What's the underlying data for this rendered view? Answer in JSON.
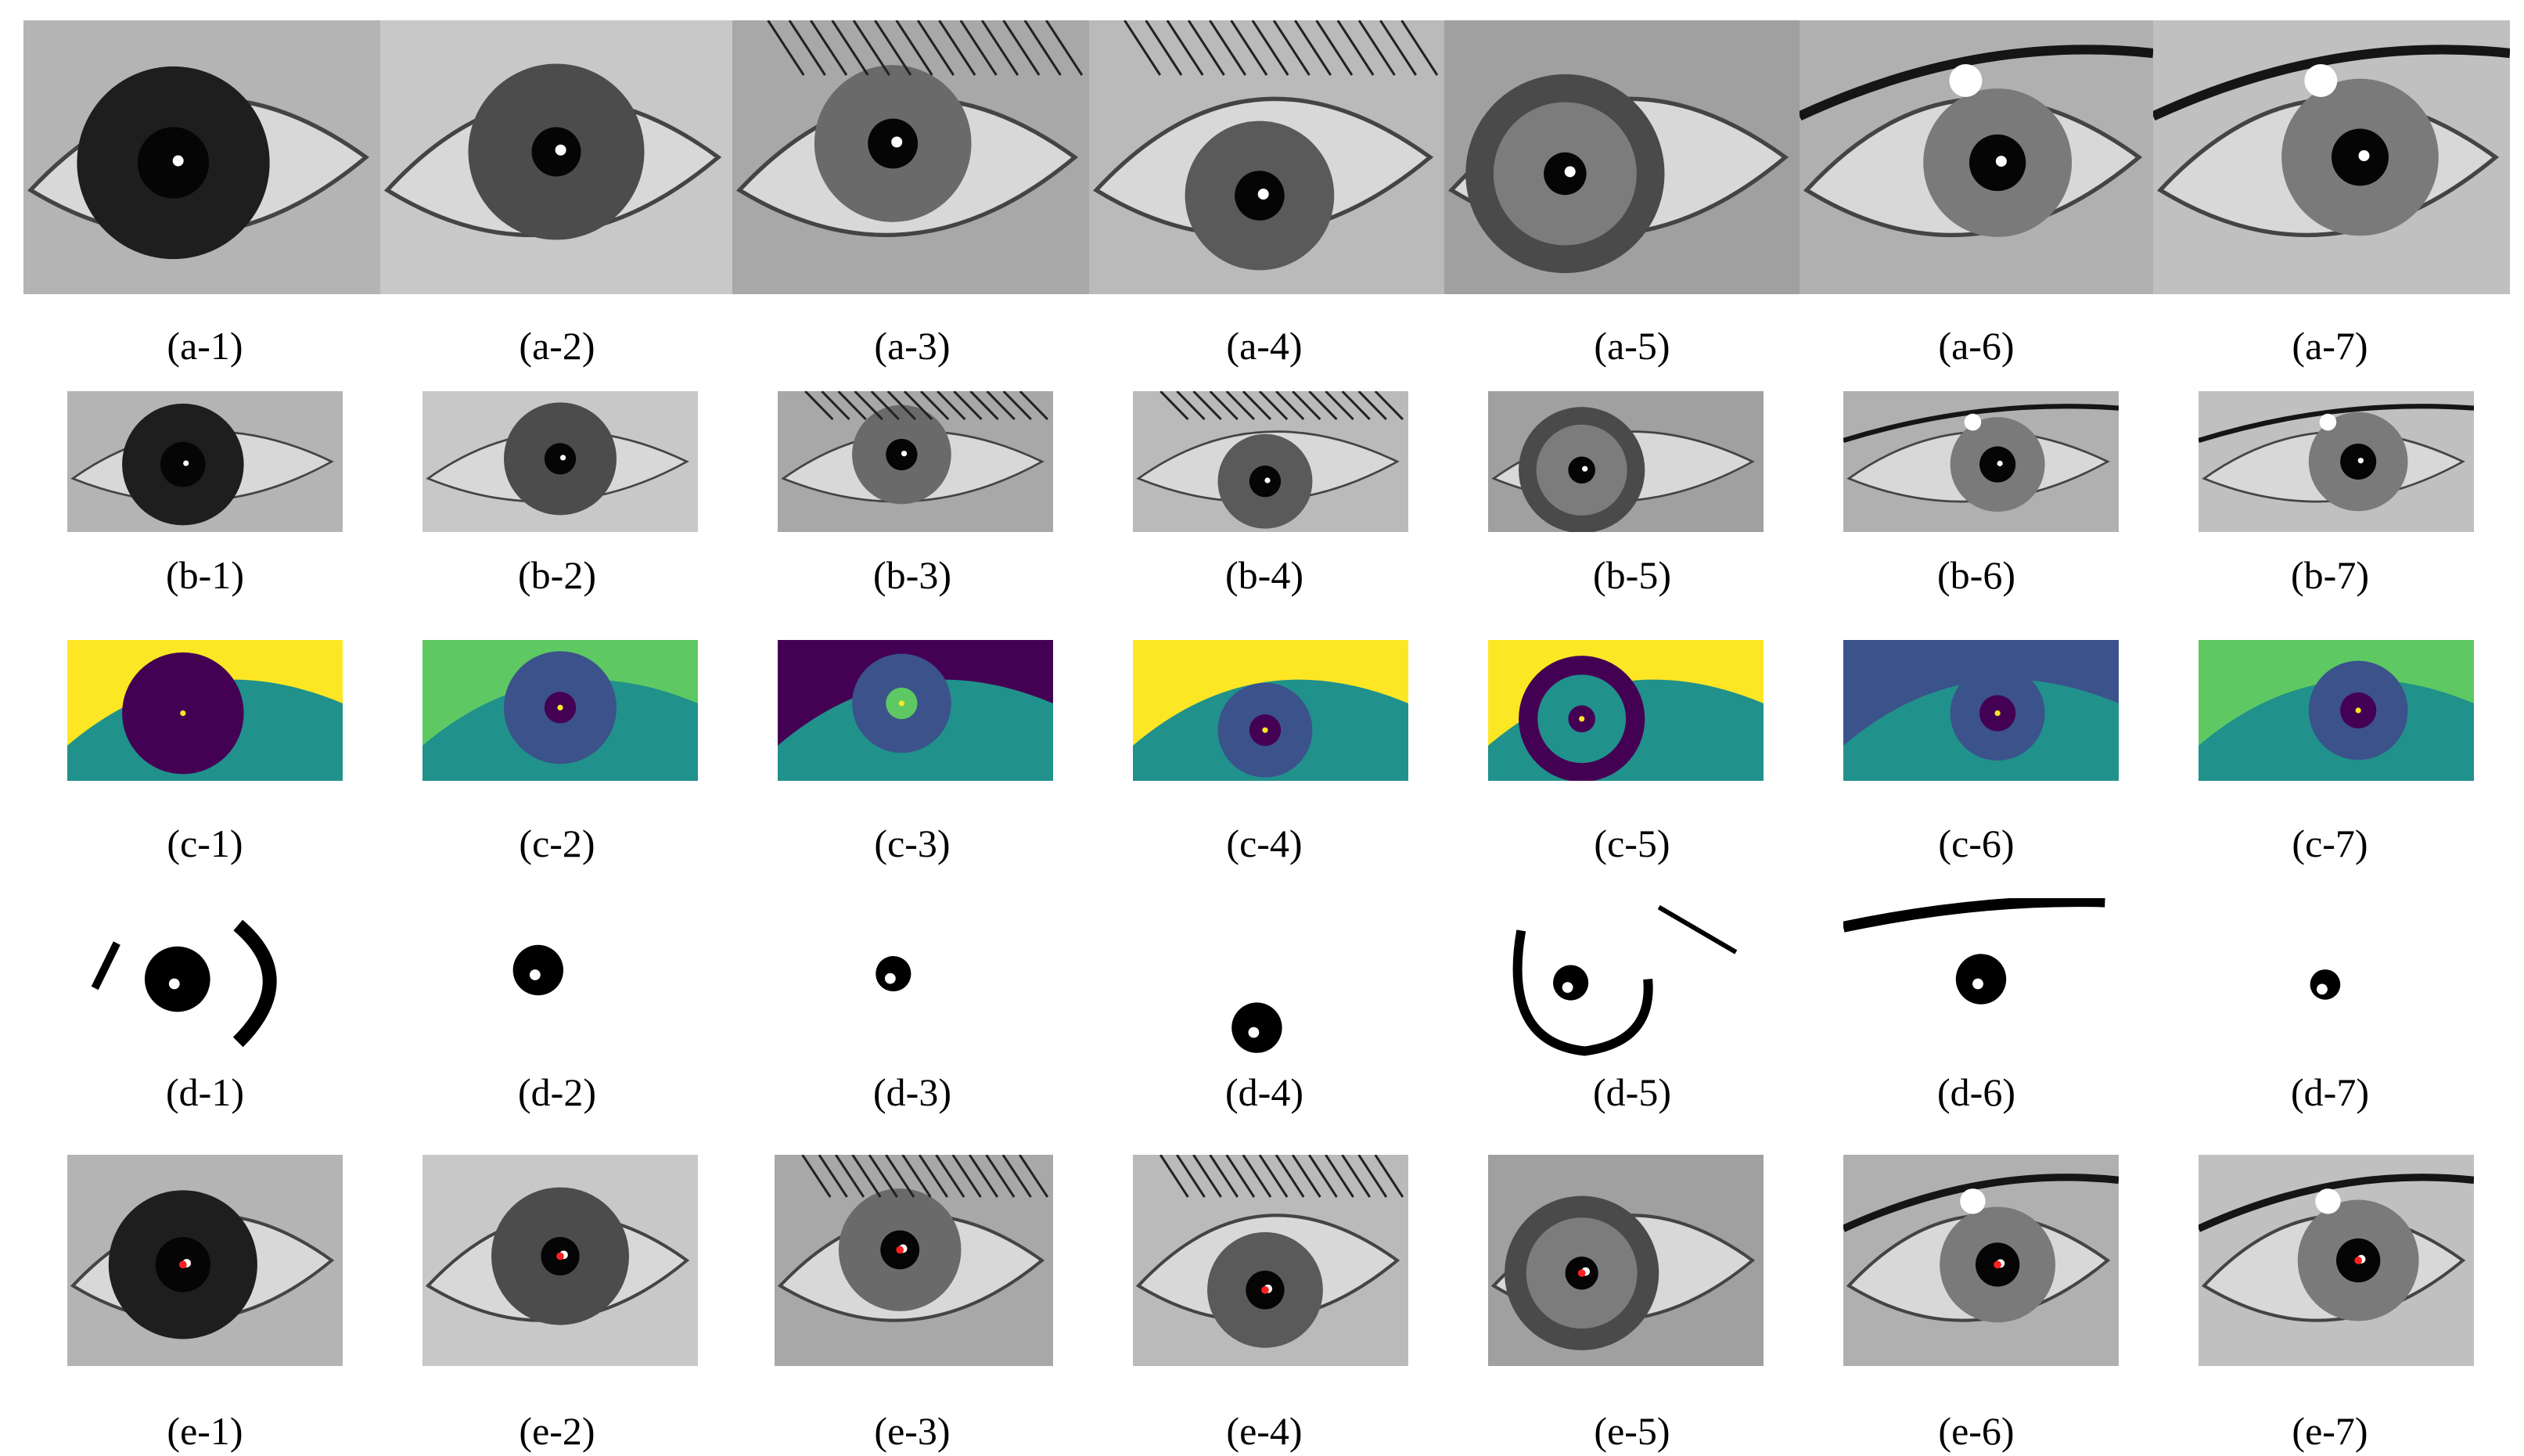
{
  "figure": {
    "rows": [
      {
        "row_id": "a",
        "kind": "original-grayscale",
        "captions": [
          "(a-1)",
          "(a-2)",
          "(a-3)",
          "(a-4)",
          "(a-5)",
          "(a-6)",
          "(a-7)"
        ]
      },
      {
        "row_id": "b",
        "kind": "cropped-eye-region",
        "captions": [
          "(b-1)",
          "(b-2)",
          "(b-3)",
          "(b-4)",
          "(b-5)",
          "(b-6)",
          "(b-7)"
        ]
      },
      {
        "row_id": "c",
        "kind": "false-color-clustering",
        "captions": [
          "(c-1)",
          "(c-2)",
          "(c-3)",
          "(c-4)",
          "(c-5)",
          "(c-6)",
          "(c-7)"
        ]
      },
      {
        "row_id": "d",
        "kind": "binary-pupil-mask",
        "captions": [
          "(d-1)",
          "(d-2)",
          "(d-3)",
          "(d-4)",
          "(d-5)",
          "(d-6)",
          "(d-7)"
        ]
      },
      {
        "row_id": "e",
        "kind": "detected-pupil-center",
        "captions": [
          "(e-1)",
          "(e-2)",
          "(e-3)",
          "(e-4)",
          "(e-5)",
          "(e-6)",
          "(e-7)"
        ]
      }
    ],
    "colors": {
      "viridis_purple": "#440154",
      "viridis_blue": "#3b528b",
      "viridis_teal": "#21918c",
      "viridis_green": "#5ec962",
      "viridis_yellow": "#fde725",
      "center_marker": "#ff2020",
      "caption_text": "#000000"
    }
  }
}
